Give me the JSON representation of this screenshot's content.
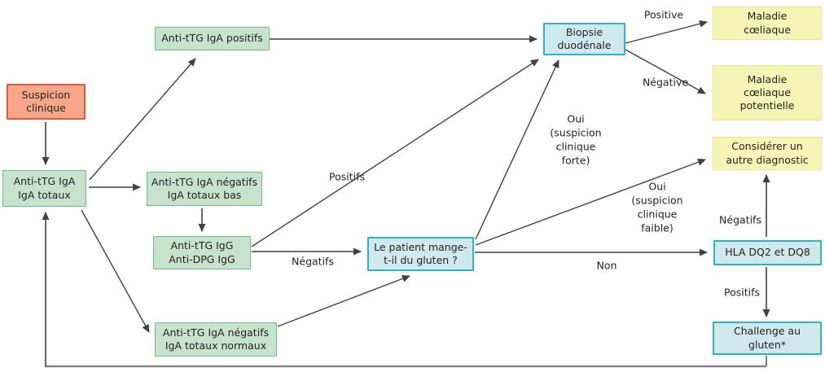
{
  "diagram": {
    "nodes": [
      {
        "id": "suspicion-clinique",
        "label": "Suspicion\nclinique",
        "color": "#F8A78B",
        "border": "#E05A3A"
      },
      {
        "id": "anti-ttg-iga-totaux",
        "label": "Anti-tTG IgA\nIgA totaux",
        "color": "#C8E3CC",
        "border": "#6FBD8C"
      },
      {
        "id": "anti-ttg-iga-positifs",
        "label": "Anti-tTG IgA positifs",
        "color": "#C8E3CC",
        "border": "#6FBD8C"
      },
      {
        "id": "anti-ttg-iga-negatifs-bas",
        "label": "Anti-tTG IgA négatifs\nIgA totaux bas",
        "color": "#C8E3CC",
        "border": "#6FBD8C"
      },
      {
        "id": "anti-ttg-igg-anti-dpg-igg",
        "label": "Anti-tTG IgG\nAnti-DPG IgG",
        "color": "#C8E3CC",
        "border": "#6FBD8C"
      },
      {
        "id": "anti-ttg-iga-negatifs-normaux",
        "label": "Anti-tTG IgA négatifs\nIgA totaux normaux",
        "color": "#C8E3CC",
        "border": "#6FBD8C"
      },
      {
        "id": "patient-mange-gluten",
        "label": "Le patient mange-\nt-il du gluten ?",
        "color": "#CFE9ED",
        "border": "#2FB4C5"
      },
      {
        "id": "biopsie-duodenale",
        "label": "Biopsie\nduodénale",
        "color": "#CFE9ED",
        "border": "#2FB4C5"
      },
      {
        "id": "maladie-coeliaque",
        "label": "Maladie\ncœliaque",
        "color": "#F7F5B5",
        "border": "#E9E593"
      },
      {
        "id": "maladie-coeliaque-potentielle",
        "label": "Maladie\ncœliaque\npotentielle",
        "color": "#F7F5B5",
        "border": "#E9E593"
      },
      {
        "id": "considerer-autre-diagnostic",
        "label": "Considérer un\nautre diagnostic",
        "color": "#F7F5B5",
        "border": "#E9E593"
      },
      {
        "id": "hla-dq2-dq8",
        "label": "HLA DQ2 et DQ8",
        "color": "#CFE9ED",
        "border": "#2FB4C5"
      },
      {
        "id": "challenge-gluten",
        "label": "Challenge au\ngluten*",
        "color": "#CFE9ED",
        "border": "#2FB4C5"
      }
    ],
    "edge_labels": [
      {
        "id": "biopsie-positive",
        "text": "Positive"
      },
      {
        "id": "biopsie-negative",
        "text": "Négative"
      },
      {
        "id": "igg-positifs",
        "text": "Positifs"
      },
      {
        "id": "igg-negatifs",
        "text": "Négatifs"
      },
      {
        "id": "oui-forte",
        "text": "Oui\n(suspicion\nclinique\nforte)"
      },
      {
        "id": "oui-faible",
        "text": "Oui\n(suspicion\nclinique\nfaible)"
      },
      {
        "id": "non",
        "text": "Non"
      },
      {
        "id": "hla-negatifs",
        "text": "Négatifs"
      },
      {
        "id": "hla-positifs",
        "text": "Positifs"
      }
    ],
    "colors": {
      "arrow": "#414042",
      "feedback_loop": "#808285",
      "text": "#231F20",
      "node_salmon_fill": "#F8A78B",
      "node_salmon_border": "#E05A3A",
      "node_green_fill": "#C8E3CC",
      "node_green_border": "#6FBD8C",
      "node_blue_fill": "#CFE9ED",
      "node_blue_border": "#2FB4C5",
      "node_yellow_fill": "#F7F5B5",
      "node_yellow_border": "#E9E593"
    }
  }
}
